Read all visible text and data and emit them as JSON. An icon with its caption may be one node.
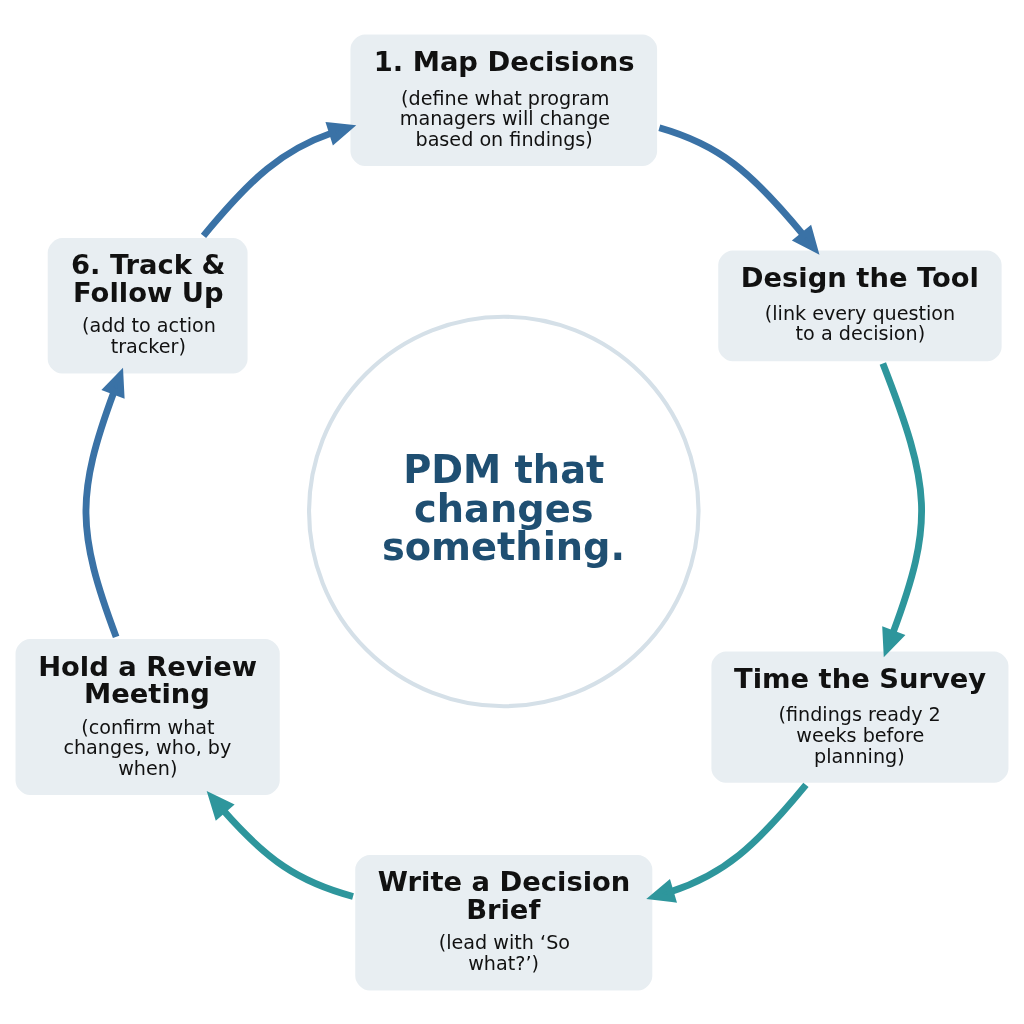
{
  "diagram": {
    "nodes": [
      {
        "text": [
          "1. Map Decisions",
          "(define what program managers will change based on findings)"
        ]
      },
      {
        "text": [
          "Design the Tool",
          "(link every question to a decision)"
        ]
      },
      {
        "text": [
          "Time the Survey",
          "(findings ready 2 weeks before planning)"
        ]
      },
      {
        "text": [
          "Write a Decision Brief",
          "(lead with ‘So what?’)"
        ]
      },
      {
        "text": [
          "Hold a Review Meeting",
          "(confirm what changes, who, by when)"
        ]
      },
      {
        "text": [
          "6. Track & Follow Up",
          "(add to action tracker)"
        ]
      },
      {
        "text": [
          "PDM that changes something."
        ]
      }
    ],
    "edges": [
      {
        "from": 0,
        "to": 1,
        "arrow": "to",
        "color": "#3a72a6"
      },
      {
        "from": 1,
        "to": 2,
        "arrow": "to",
        "color": "#2e969c"
      },
      {
        "from": 2,
        "to": 3,
        "arrow": "to",
        "color": "#2e969c"
      },
      {
        "from": 3,
        "to": 4,
        "arrow": "to",
        "color": "#2e969c"
      },
      {
        "from": 4,
        "to": 5,
        "arrow": "to",
        "color": "#3a72a6"
      },
      {
        "from": 5,
        "to": 0,
        "arrow": "to",
        "color": "#3a72a6"
      }
    ]
  }
}
